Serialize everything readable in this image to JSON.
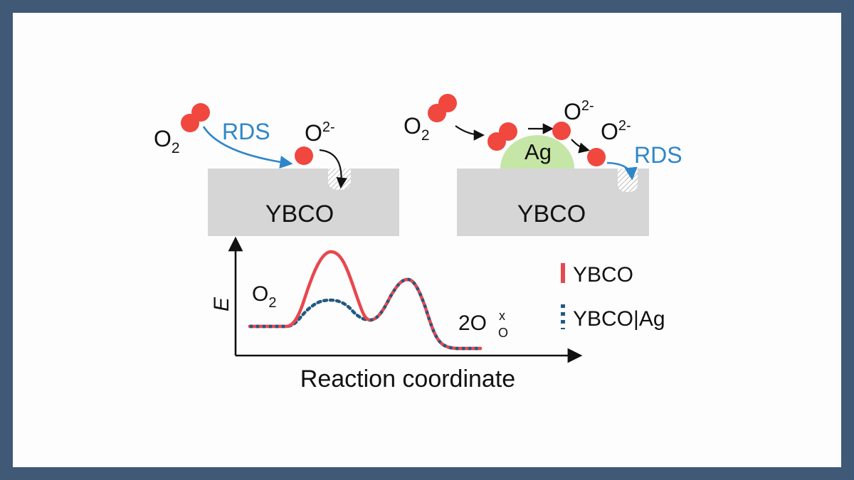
{
  "colors": {
    "frame": "#3f5977",
    "panel": "#fdfdfd",
    "substrate": "#d6d6d6",
    "oxygen": "#f0473f",
    "silver": "#c5e6a6",
    "rds_arrow": "#2f86c9",
    "ybco_curve": "#e8474f",
    "ybco_ag_curve": "#205a80"
  },
  "left_panel": {
    "reactant_label": "O",
    "reactant_sub": "2",
    "rds_label": "RDS",
    "ion_label": "O",
    "ion_sup": "2-",
    "substrate_label": "YBCO"
  },
  "right_panel": {
    "reactant_label": "O",
    "reactant_sub": "2",
    "catalyst_label": "Ag",
    "ion1_label": "O",
    "ion1_sup": "2-",
    "ion2_label": "O",
    "ion2_sup": "2-",
    "rds_label": "RDS",
    "substrate_label": "YBCO"
  },
  "energy_plot": {
    "y_axis_label": "E",
    "x_axis_label": "Reaction coordinate",
    "start_label": "O",
    "start_sub": "2",
    "end_label": "2O",
    "end_sup": "x",
    "end_sub": "O",
    "legend": [
      {
        "name": "YBCO",
        "style": "solid",
        "color": "#e8474f"
      },
      {
        "name": "YBCO|Ag",
        "style": "dotted",
        "color": "#205a80"
      }
    ]
  }
}
